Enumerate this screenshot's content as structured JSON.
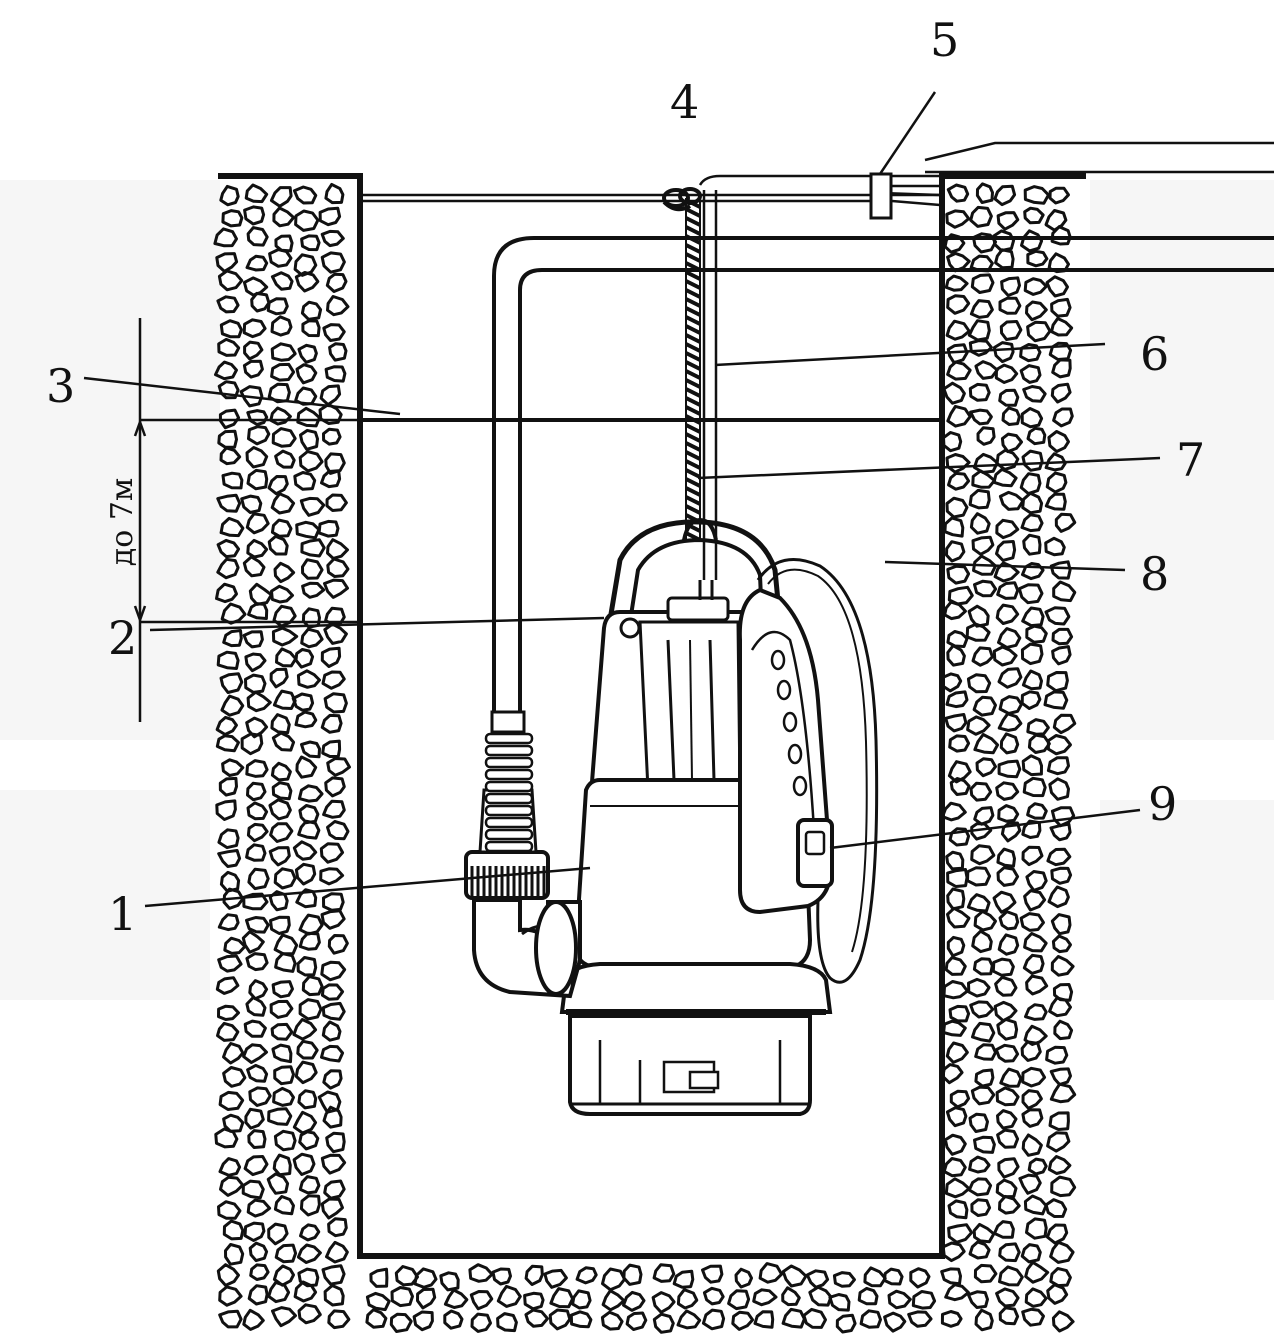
{
  "diagram": {
    "callouts": [
      {
        "id": "1",
        "label": "1"
      },
      {
        "id": "2",
        "label": "2"
      },
      {
        "id": "3",
        "label": "3"
      },
      {
        "id": "4",
        "label": "4"
      },
      {
        "id": "5",
        "label": "5"
      },
      {
        "id": "6",
        "label": "6"
      },
      {
        "id": "7",
        "label": "7"
      },
      {
        "id": "8",
        "label": "8"
      },
      {
        "id": "9",
        "label": "9"
      }
    ],
    "depth_annotation": "до 7м"
  },
  "colors": {
    "ink": "#111111",
    "background": "#ffffff"
  }
}
